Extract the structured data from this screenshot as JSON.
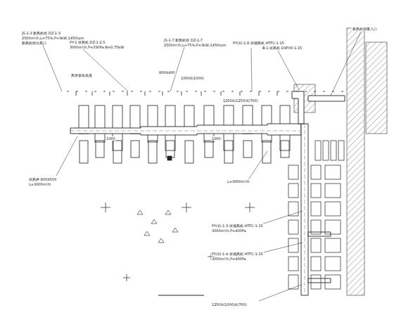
{
  "diagram": {
    "labels": [
      "JS-1-3 新风机组 DZ-1-3",
      "2500m³/h,L=75%,P=3kW,1450rpm",
      "新风机组出风口",
      "PY-1 排风机 DZ-1-2.5",
      "3000m³/h,P=330Pa,N=0.75kW",
      "JS-1-7 新风机组 DZ-1-7",
      "2500m³/h,L=75%,P=3kW,1450rpm",
      "PY(X)-1-8 排烟风机 HTFC-1-15",
      "B-1 排风机 DXF00-1-15",
      "新风机组吸入口",
      "800X400",
      "1000X(1000)",
      "1250X(1250)X(700)",
      "风管安装高度",
      "排风井 800X500",
      "L=3000m³/h",
      "PY(X)-1-3 排烟风机 HTFC-1-15",
      "3000m³/h,P=400Pa",
      "PY(X)-1-4 排烟风机 HTFC-1-15",
      "3000m³/h,P=400Pa",
      "L=3000m³/h",
      "1250X(1000)X(700)",
      "1000",
      "1000"
    ]
  }
}
